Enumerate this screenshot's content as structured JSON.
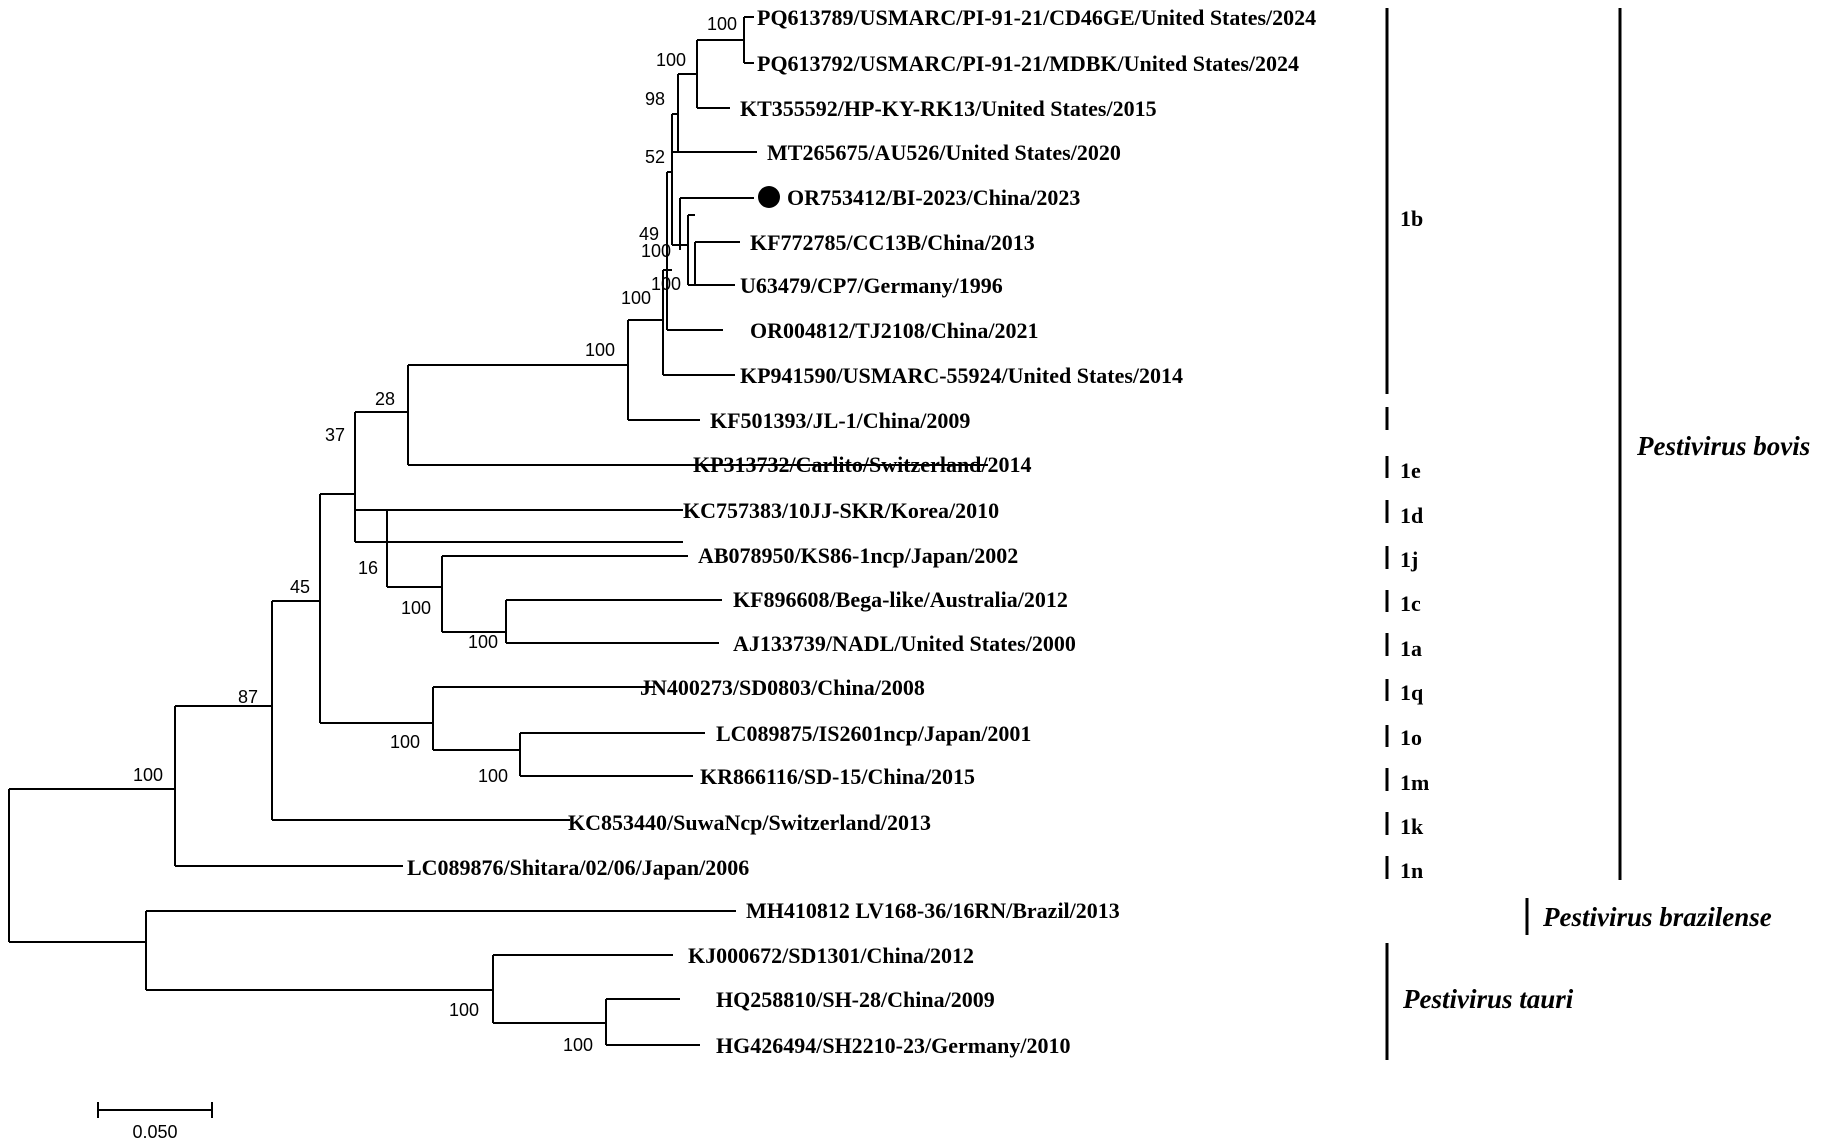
{
  "tree": {
    "leaves": [
      "PQ613789/USMARC/PI-91-21/CD46GE/United States/2024",
      "PQ613792/USMARC/PI-91-21/MDBK/United States/2024",
      "KT355592/HP-KY-RK13/United States/2015",
      "MT265675/AU526/United States/2020",
      "OR753412/BI-2023/China/2023",
      "KF772785/CC13B/China/2013",
      "U63479/CP7/Germany/1996",
      "OR004812/TJ2108/China/2021",
      "KP941590/USMARC-55924/United States/2014",
      "KF501393/JL-1/China/2009",
      "KP313732/Carlito/Switzerland/2014",
      "KC757383/10JJ-SKR/Korea/2010",
      "AB078950/KS86-1ncp/Japan/2002",
      "KF896608/Bega-like/Australia/2012",
      "AJ133739/NADL/United States/2000",
      "JN400273/SD0803/China/2008",
      "LC089875/IS2601ncp/Japan/2001",
      "KR866116/SD-15/China/2015",
      "KC853440/SuwaNcp/Switzerland/2013",
      "LC089876/Shitara/02/06/Japan/2006",
      "MH410812 LV168-36/16RN/Brazil/2013",
      "KJ000672/SD1301/China/2012",
      "HQ258810/SH-28/China/2009",
      "HG426494/SH2210-23/Germany/2010"
    ],
    "bootstrap": [
      "100",
      "100",
      "98",
      "52",
      "49",
      "100",
      "100",
      "100",
      "100",
      "28",
      "37",
      "16",
      "100",
      "100",
      "45",
      "100",
      "100",
      "87",
      "100",
      "100",
      "100"
    ],
    "genotypes": [
      "1b",
      "1e",
      "1d",
      "1j",
      "1c",
      "1a",
      "1q",
      "1o",
      "1m",
      "1k",
      "1n"
    ],
    "species": [
      "Pestivirus bovis",
      "Pestivirus brazilense",
      "Pestivirus tauri"
    ],
    "scale_label": "0.050",
    "highlight_leaf_index": 4
  }
}
